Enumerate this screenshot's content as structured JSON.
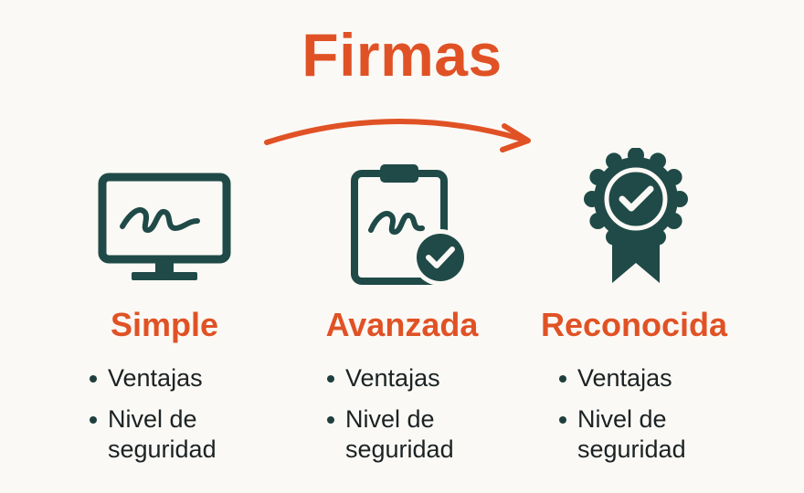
{
  "title": "Firmas",
  "colors": {
    "accent": "#e05225",
    "icon": "#1f4a47",
    "text": "#1b2224",
    "background": "#fbf9f5"
  },
  "columns": [
    {
      "title": "Simple",
      "icon": "monitor-signature-icon",
      "bullets": [
        "Ventajas",
        "Nivel de seguridad"
      ]
    },
    {
      "title": "Avanzada",
      "icon": "clipboard-signature-check-icon",
      "bullets": [
        "Ventajas",
        "Nivel de seguridad"
      ]
    },
    {
      "title": "Reconocida",
      "icon": "award-badge-check-icon",
      "bullets": [
        "Ventajas",
        "Nivel de seguridad"
      ]
    }
  ]
}
